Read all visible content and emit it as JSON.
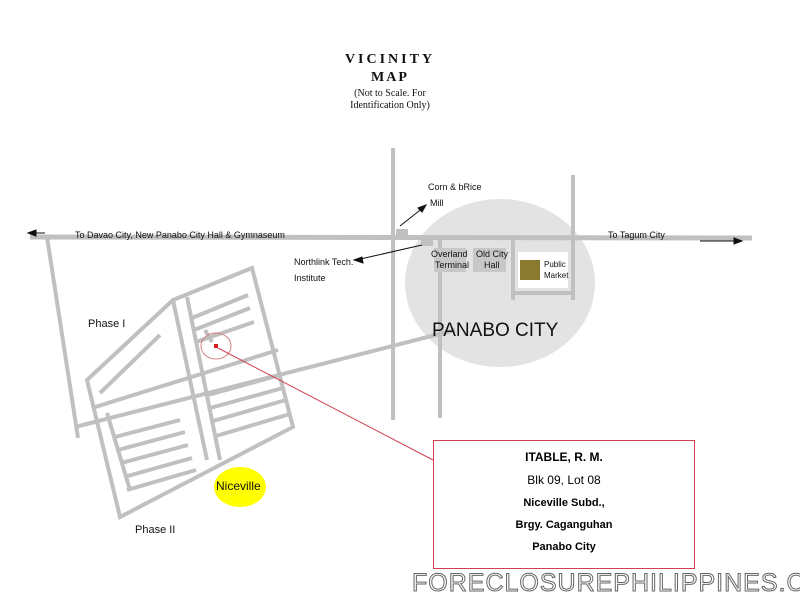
{
  "title": {
    "line1": "VICINITY",
    "line2": "MAP",
    "note1": "(Not to Scale. For",
    "note2": "Identification Only)"
  },
  "labels": {
    "west_road": "To Davao City, New Panabo City Hall & Gymnaseum",
    "east_road": "To Tagum City",
    "corn_rice_1": "Corn & bRice",
    "corn_rice_2": "Mill",
    "northlink_1": "Northlink Tech.",
    "northlink_2": "Institute",
    "overland_1": "Overland",
    "overland_2": "Terminal",
    "old_city_hall_1": "Old City",
    "old_city_hall_2": "Hall",
    "public_market_1": "Public",
    "public_market_2": "Market",
    "city": "PANABO CITY",
    "phase1": "Phase I",
    "phase2": "Phase II",
    "niceville": "Niceville"
  },
  "property": {
    "owner": "ITABLE, R. M.",
    "lot": "Blk 09, Lot 08",
    "subd": "Niceville Subd.,",
    "brgy": "Brgy. Caganguhan",
    "city": "Panabo City"
  },
  "watermark": "FORECLOSUREPHILIPPINES.COM",
  "colors": {
    "road": "#c0c0c0",
    "city": "#e3e3e3",
    "marker": "#d02020",
    "highlight": "#ffff00"
  }
}
